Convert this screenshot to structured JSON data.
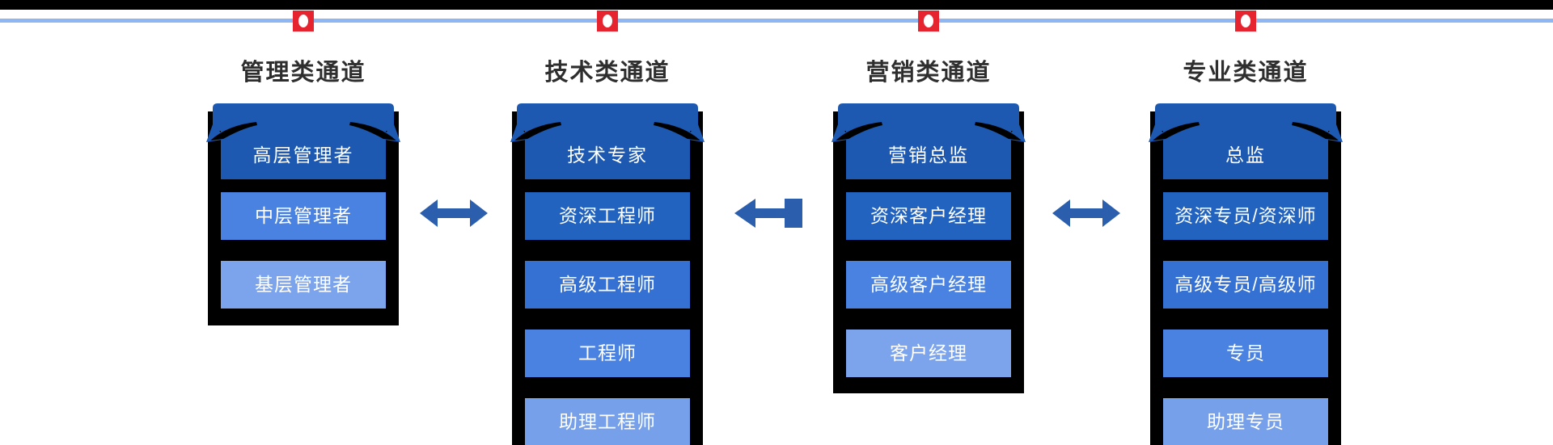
{
  "palette": {
    "page-bg": "#ffffff",
    "black": "#000000",
    "line-blue": "#8db6f2",
    "marker-red": "#e6242f",
    "banner-blue": "#1d59b0",
    "arrow-blue": "#2b5fae",
    "title-color": "#2e2e2e",
    "box-text": "#ffffff"
  },
  "channels": [
    {
      "title": "管理类通道",
      "header_label": "高层管理者",
      "levels": [
        {
          "label": "中层管理者",
          "color": "#4a82e2"
        },
        {
          "label": "基层管理者",
          "color": "#7ba4ec"
        }
      ]
    },
    {
      "title": "技术类通道",
      "header_label": "技术专家",
      "levels": [
        {
          "label": "资深工程师",
          "color": "#2263c0"
        },
        {
          "label": "高级工程师",
          "color": "#3571d2"
        },
        {
          "label": "工程师",
          "color": "#4a82e2"
        },
        {
          "label": "助理工程师",
          "color": "#76a0ea"
        }
      ]
    },
    {
      "title": "营销类通道",
      "header_label": "营销总监",
      "levels": [
        {
          "label": "资深客户经理",
          "color": "#2263c0"
        },
        {
          "label": "高级客户经理",
          "color": "#4a82e2"
        },
        {
          "label": "客户经理",
          "color": "#7ba4ec"
        }
      ]
    },
    {
      "title": "专业类通道",
      "header_label": "总监",
      "levels": [
        {
          "label": "资深专员/资深师",
          "color": "#2263c0"
        },
        {
          "label": "高级专员/高级师",
          "color": "#3571d2"
        },
        {
          "label": "专员",
          "color": "#4a82e2"
        },
        {
          "label": "助理专员",
          "color": "#76a0ea"
        }
      ]
    }
  ]
}
